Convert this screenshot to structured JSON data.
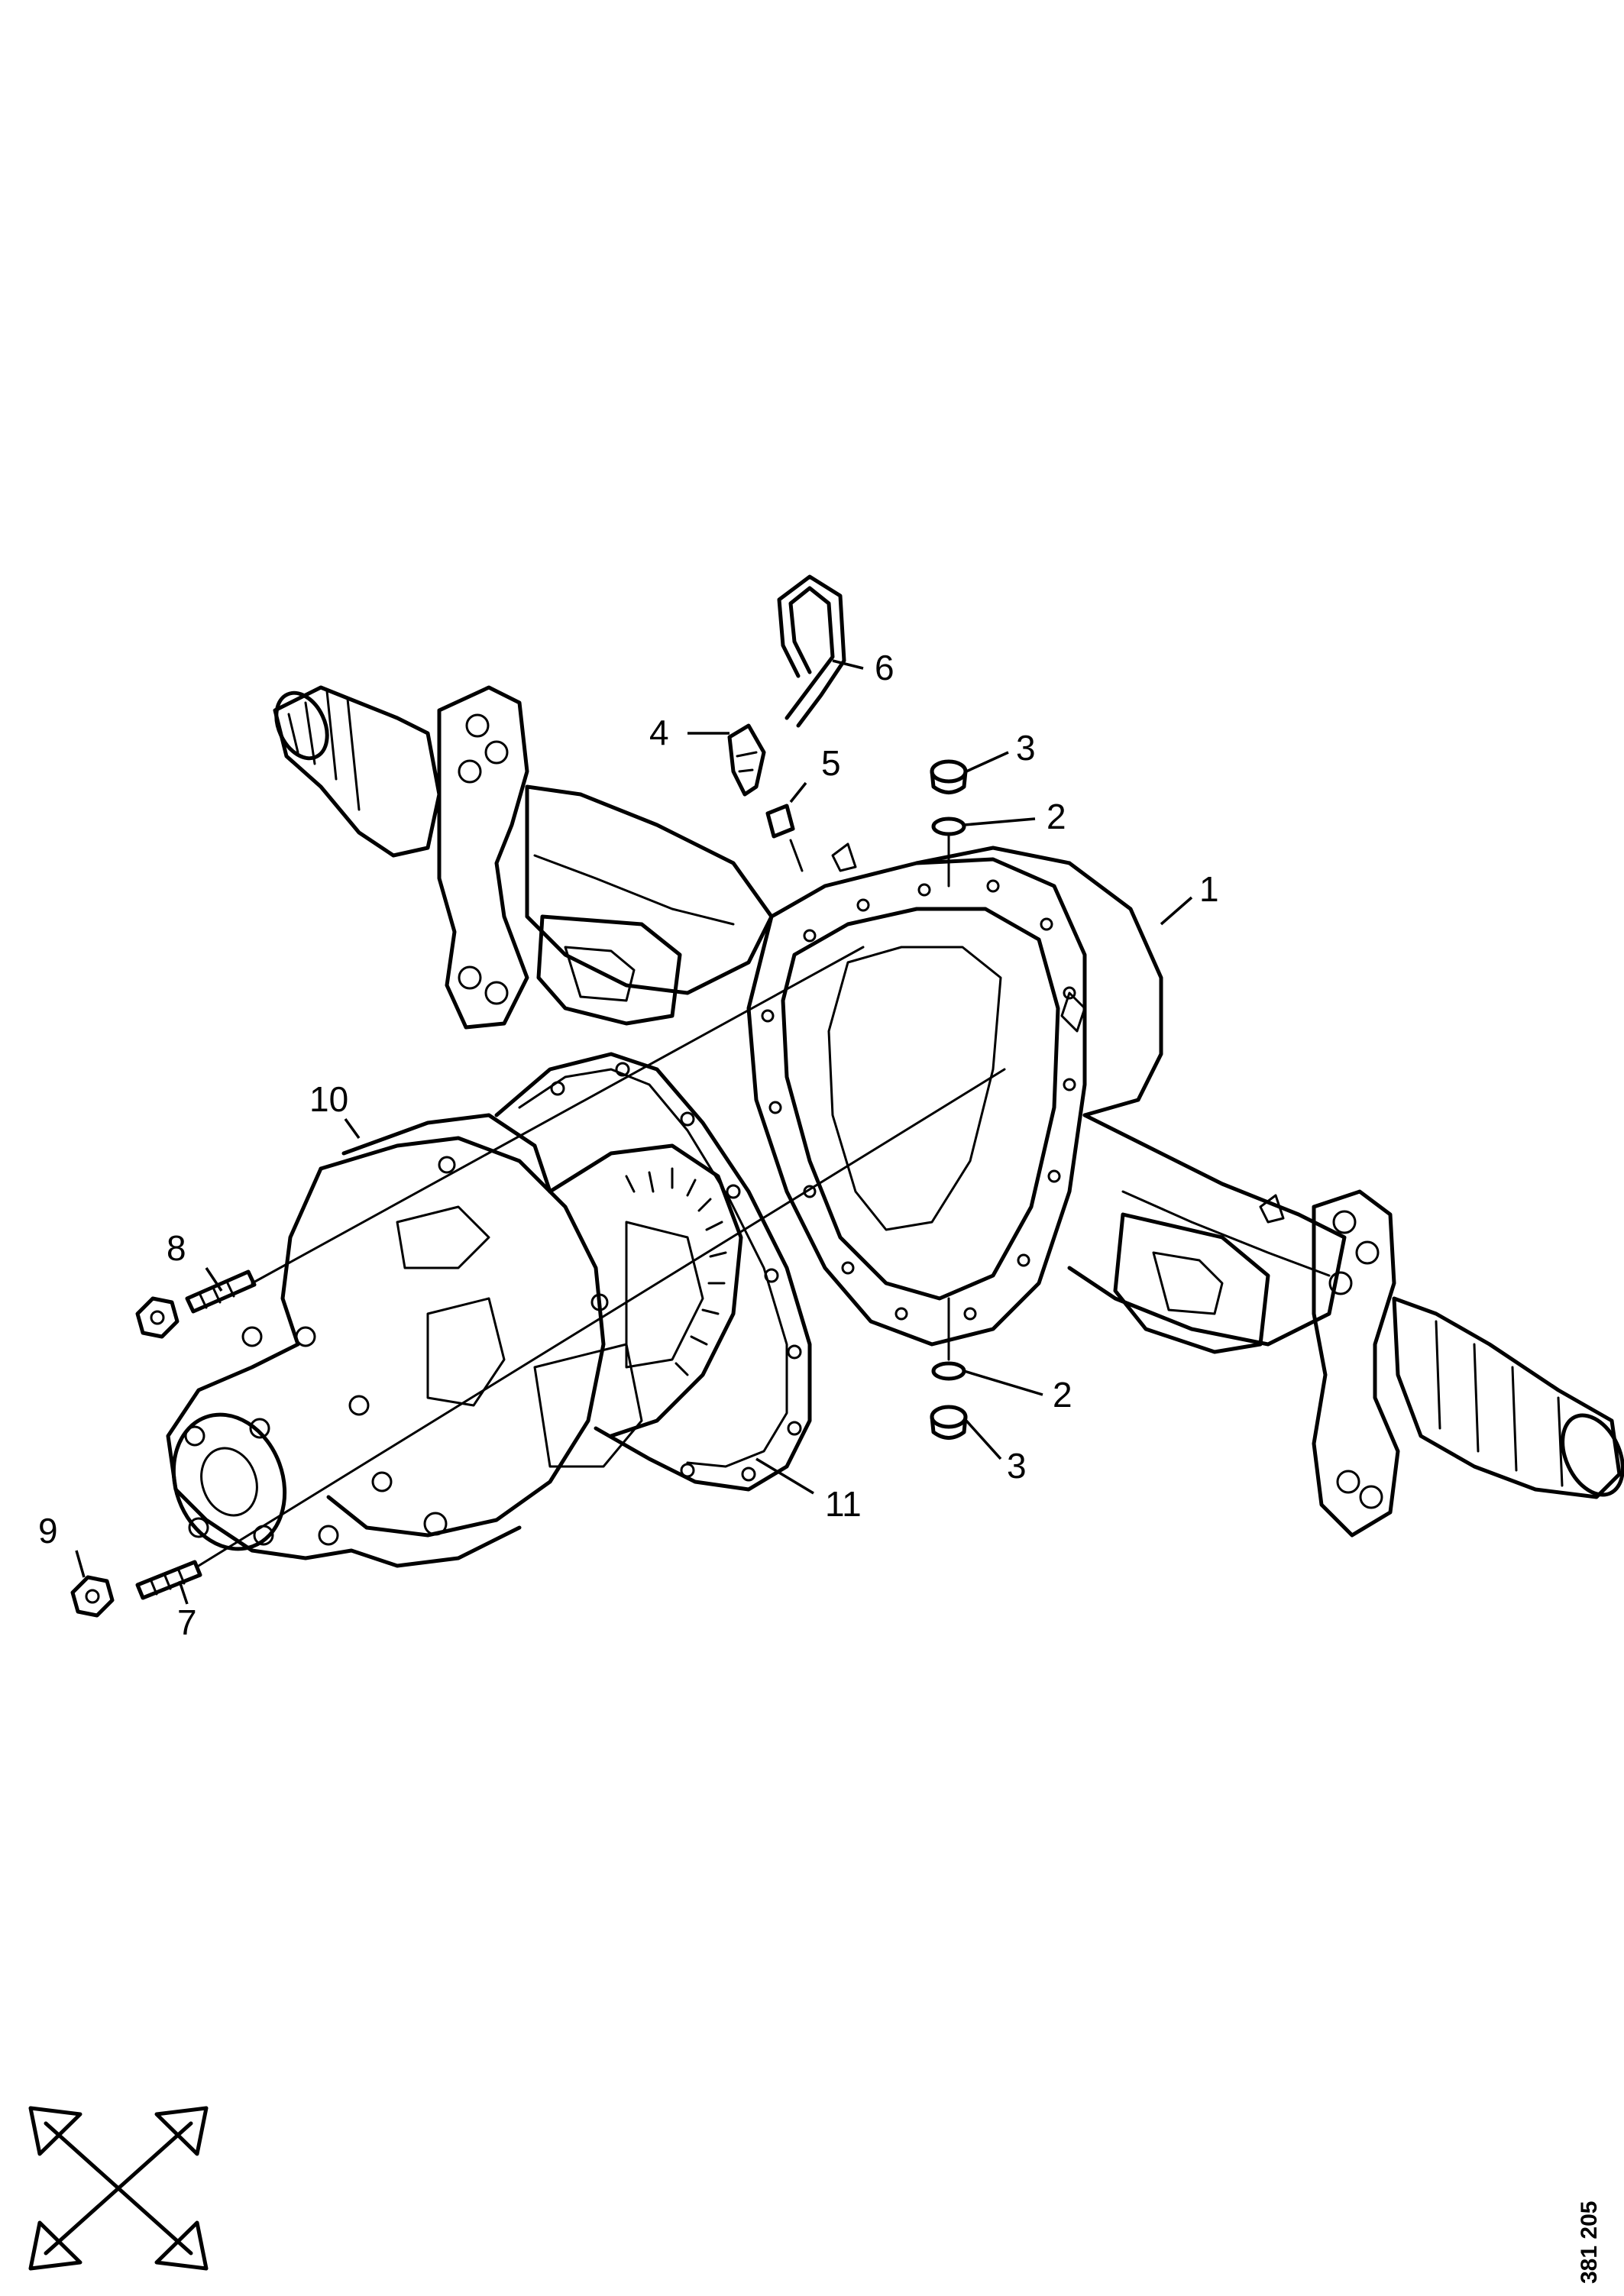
{
  "callouts": [
    {
      "id": "1",
      "label": "1"
    },
    {
      "id": "2a",
      "label": "2"
    },
    {
      "id": "2b",
      "label": "2"
    },
    {
      "id": "3a",
      "label": "3"
    },
    {
      "id": "3b",
      "label": "3"
    },
    {
      "id": "4",
      "label": "4"
    },
    {
      "id": "5",
      "label": "5"
    },
    {
      "id": "6",
      "label": "6"
    },
    {
      "id": "7",
      "label": "7"
    },
    {
      "id": "8",
      "label": "8"
    },
    {
      "id": "9",
      "label": "9"
    },
    {
      "id": "10",
      "label": "10"
    },
    {
      "id": "11",
      "label": "11"
    }
  ],
  "reference_number": "381 205",
  "icons": {
    "orientation": "cross-arrows-icon"
  }
}
